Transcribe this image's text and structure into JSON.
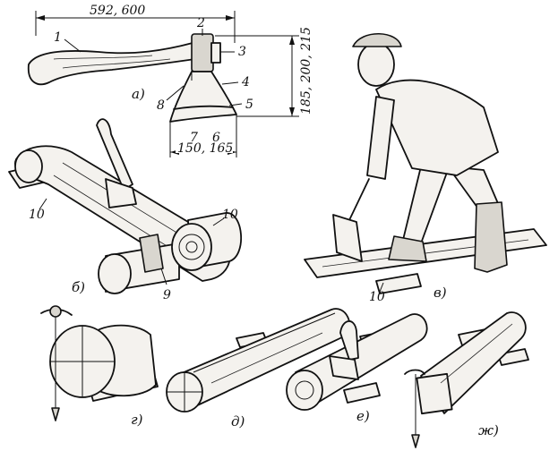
{
  "dimensions": {
    "handle_length": "592, 600",
    "head_height": "185, 200, 215",
    "blade_width": "150, 165"
  },
  "part_numbers": [
    "1",
    "2",
    "3",
    "4",
    "5",
    "6",
    "7",
    "8",
    "9",
    "10"
  ],
  "panel_labels": {
    "a": "а)",
    "b": "б)",
    "v": "в)",
    "g": "г)",
    "d": "д)",
    "e": "е)",
    "zh": "ж)"
  }
}
